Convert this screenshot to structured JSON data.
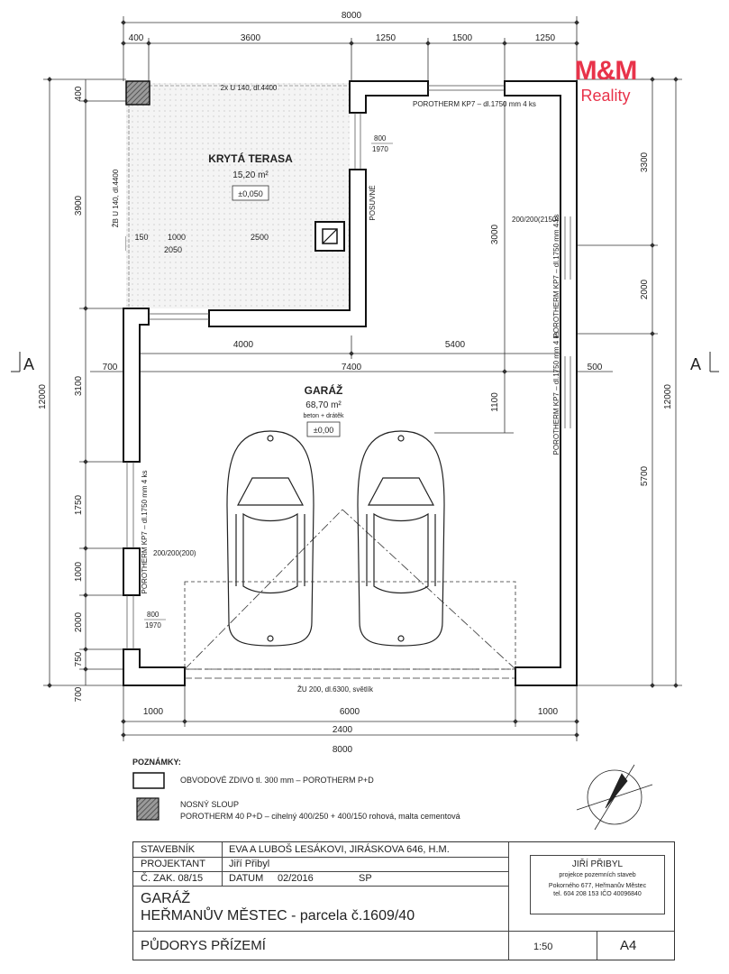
{
  "dimensions": {
    "top_total": "8000",
    "top_segments": [
      "400",
      "3600",
      "1250",
      "1500",
      "1250"
    ],
    "bottom_segments": [
      "1000",
      "6000",
      "1000"
    ],
    "bottom_inner": "2400",
    "bottom_total": "8000",
    "left_segments": [
      "400",
      "3900",
      "3100",
      "1750",
      "1000",
      "2000",
      "750",
      "700"
    ],
    "left_total": "12000",
    "right_segments": [
      "3300",
      "2000",
      "5700"
    ],
    "right_total": "12000",
    "horizontal_mid": [
      "4000",
      "5400",
      "700",
      "7400",
      "500"
    ],
    "inner_vertical": [
      "3000",
      "1100"
    ],
    "terrace_dims": [
      "150",
      "1000",
      "2050",
      "2500"
    ]
  },
  "annotations": {
    "beam_top": "2x U 140, dl.4400",
    "beam_left": "ŽB U 140, dl.4400",
    "window_top": "POROTHERM KP7 – dl.1750 mm 4 ks",
    "window_right": "POROTHERM KP7 – dl.1750 mm 4 ks",
    "window_right_lower": "POROTHERM KP7 – dl.1750 mm 4 ks",
    "window_left": "POROTHERM KP7 – dl.1750 mm 4 ks",
    "door_upper": "800",
    "door_upper_h": "1970",
    "door_lower": "800",
    "door_lower_h": "1970",
    "sliding": "POSUVNÉ",
    "opening_right": "200/200(2150)",
    "opening_left": "200/200(200)",
    "beam_bottom": "ŽU 200, dl.6300, světlík"
  },
  "rooms": {
    "terrace": {
      "name": "KRYTÁ TERASA",
      "area": "15,20 m²",
      "level": "±0,050"
    },
    "garage": {
      "name": "GARÁŽ",
      "area": "68,70 m²",
      "material": "beton + drátěk",
      "level": "±0,00"
    }
  },
  "section_markers": {
    "left": "A",
    "right": "A"
  },
  "logo": {
    "brand": "M&M",
    "sub": "Reality"
  },
  "legend": {
    "title": "POZNÁMKY:",
    "item1": "OBVODOVÉ ZDIVO tl. 300 mm – POROTHERM P+D",
    "item2_line1": "NOSNÝ SLOUP",
    "item2_line2": "POROTHERM 40 P+D  –  cihelný 400/250 + 400/150 rohová, malta cementová"
  },
  "title_block": {
    "investor_label": "STAVEBNÍK",
    "investor_value": "EVA A LUBOŠ LESÁKOVI, JIRÁSKOVA 646, H.M.",
    "designer_label": "PROJEKTANT",
    "designer_value": "Jiří Přibyl",
    "order_label": "Č. ZAK. 08/15",
    "date_label": "DATUM",
    "date_value": "02/2016",
    "stage": "SP",
    "title_line1": "GARÁŽ",
    "title_line2": "HEŘMANŮV MĚSTEC - parcela č.1609/40",
    "drawing": "PŮDORYS PŘÍZEMÍ",
    "scale": "1:50",
    "format": "A4",
    "stamp_name": "JIŘÍ PŘIBYL",
    "stamp_line1": "projekce pozemních staveb",
    "stamp_line2": "Pokorného 677, Heřmanův Městec",
    "stamp_line3": "tel. 604 208 153     IČO 40096840"
  }
}
